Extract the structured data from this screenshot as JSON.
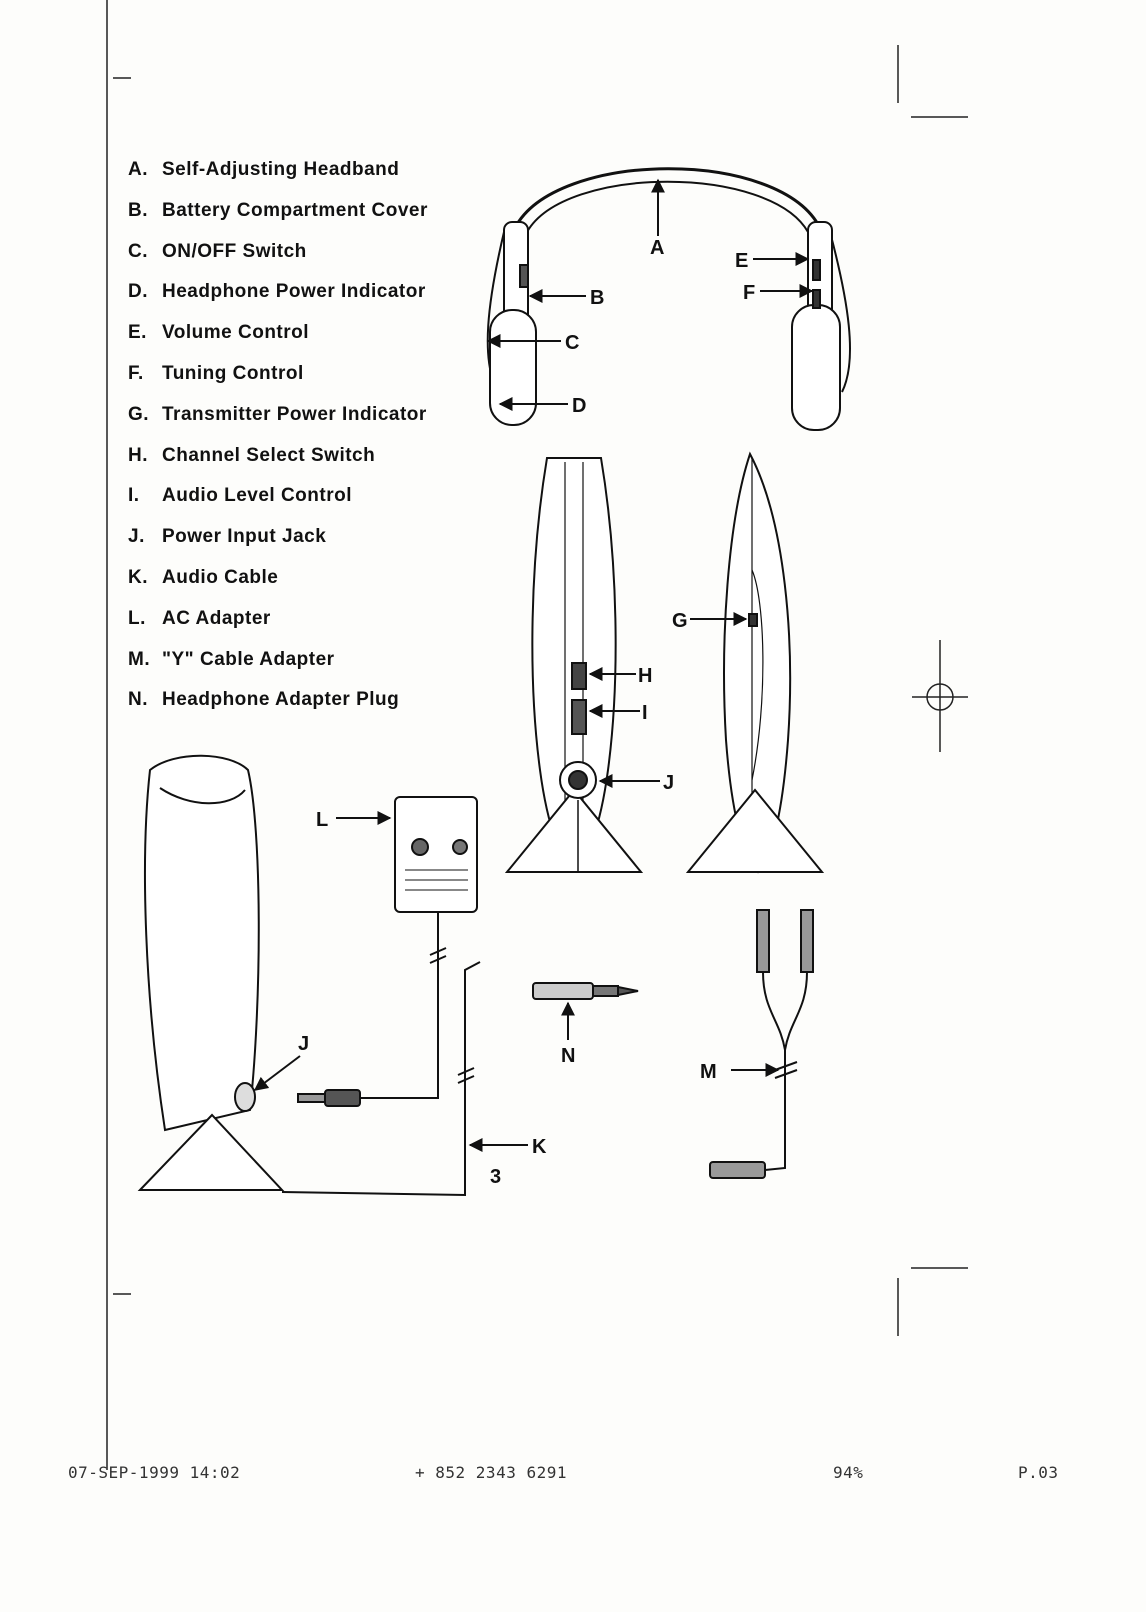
{
  "legend": [
    {
      "key": "A.",
      "label": "Self-Adjusting Headband"
    },
    {
      "key": "B.",
      "label": "Battery Compartment Cover"
    },
    {
      "key": "C.",
      "label": "ON/OFF Switch"
    },
    {
      "key": "D.",
      "label": "Headphone Power Indicator"
    },
    {
      "key": "E.",
      "label": "Volume Control"
    },
    {
      "key": "F.",
      "label": "Tuning Control"
    },
    {
      "key": "G.",
      "label": "Transmitter Power Indicator"
    },
    {
      "key": "H.",
      "label": "Channel Select Switch"
    },
    {
      "key": "I.",
      "label": "Audio Level Control"
    },
    {
      "key": "J.",
      "label": "Power Input Jack"
    },
    {
      "key": "K.",
      "label": "Audio Cable"
    },
    {
      "key": "L.",
      "label": "AC Adapter"
    },
    {
      "key": "M.",
      "label": "\"Y\" Cable Adapter"
    },
    {
      "key": "N.",
      "label": "Headphone Adapter Plug"
    }
  ],
  "callouts": {
    "a": "A",
    "b": "B",
    "c": "C",
    "d": "D",
    "e": "E",
    "f": "F",
    "g": "G",
    "h": "H",
    "i": "I",
    "j1": "J",
    "j2": "J",
    "k": "K",
    "l": "L",
    "m": "M",
    "n": "N"
  },
  "page_number": "3",
  "fax_footer": {
    "datetime": "07-SEP-1999  14:02",
    "number": "+ 852 2343 6291",
    "percent": "94%",
    "page": "P.03"
  }
}
